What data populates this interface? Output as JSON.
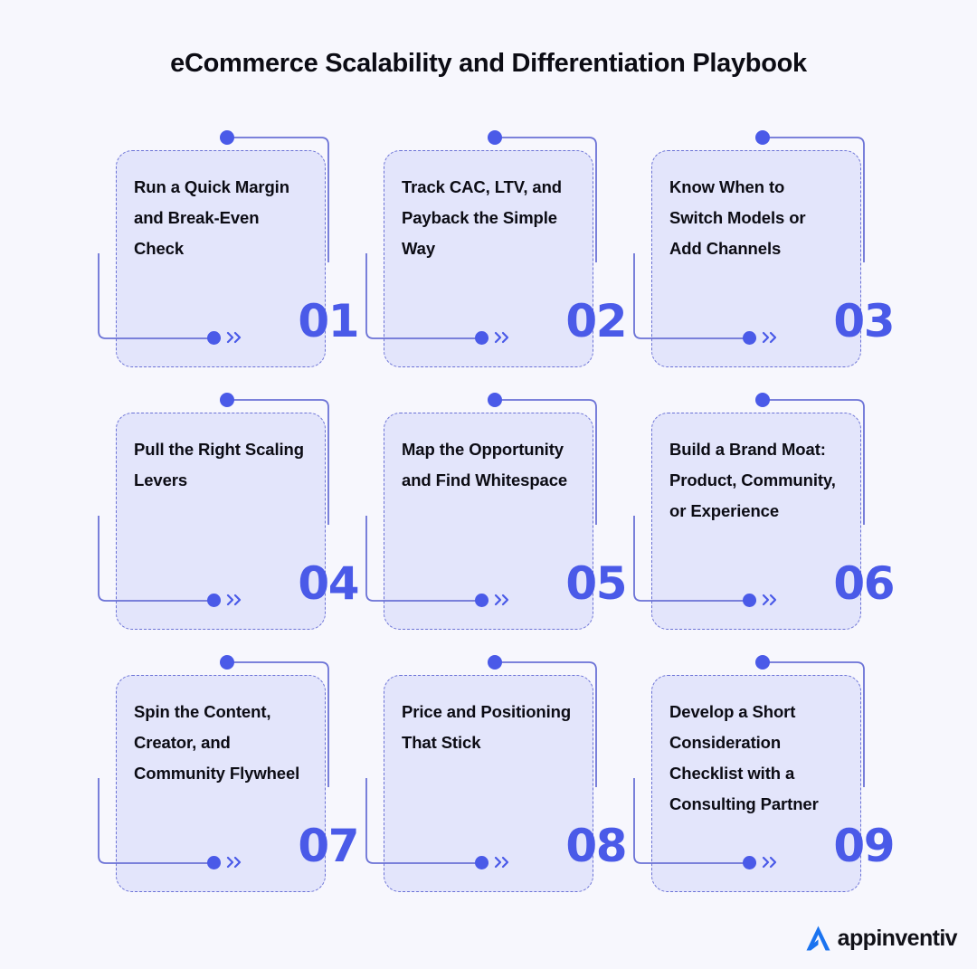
{
  "header": {
    "title": "eCommerce Scalability and Differentiation Playbook"
  },
  "colors": {
    "page_background": "#f7f7fd",
    "card_fill": "#e3e5fb",
    "card_dashed_border": "#6b72d6",
    "accent_blue": "#4a5ae8",
    "connector_line": "#6b72d6",
    "title_text": "#0c0c14",
    "card_text": "#0c0c14",
    "logo_mark": "#1a73f0"
  },
  "cards": [
    {
      "number": "01",
      "text": "Run a Quick Margin and Break-Even Check"
    },
    {
      "number": "02",
      "text": "Track CAC, LTV, and Payback the Simple Way"
    },
    {
      "number": "03",
      "text": "Know When to Switch Models or Add Channels"
    },
    {
      "number": "04",
      "text": "Pull the Right Scaling Levers"
    },
    {
      "number": "05",
      "text": "Map the Opportunity and Find Whitespace"
    },
    {
      "number": "06",
      "text": "Build a Brand Moat: Product, Community, or Experience"
    },
    {
      "number": "07",
      "text": "Spin the Content, Creator, and Community Flywheel"
    },
    {
      "number": "08",
      "text": "Price and Positioning That Stick"
    },
    {
      "number": "09",
      "text": "Develop a Short Consideration Checklist with a Consulting Partner"
    }
  ],
  "icons": {
    "marker_dot": "dot-icon",
    "marker_chevrons": "double-chevron-right-icon",
    "connector_top": "connector-top-icon",
    "connector_left": "connector-left-icon"
  },
  "footer": {
    "brand_name": "appinventiv",
    "logo_mark": "appinventiv-a-mark-icon"
  }
}
